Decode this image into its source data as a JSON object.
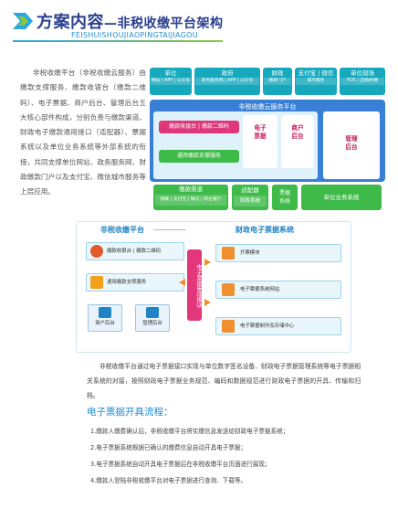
{
  "header": {
    "title": "方案内容",
    "subtitle": "—非税收缴平台架构",
    "pinyin": "FEISHUISHOUJIAOPINGTAIJIAGOU"
  },
  "intro": "非税收缴平台（非税收缴云服务）由缴款支撑服务、缴款收银台（缴款二维码）、电子票据、商户后台、管理后台五大核心部件构成，分别负责与缴款渠道、财政电子缴款通用接口（适配器）、票据系统以及单位业务系统等外部系统的衔接，共同支撑单位网站、政务服务网、财政缴款门户以及支付宝、微信城市服务等上层应用。",
  "arch": {
    "top": [
      {
        "name": "单位",
        "sub": "网站 | APP | 公众号"
      },
      {
        "name": "政府",
        "sub": "政务服务网 | APP | 公众号"
      },
      {
        "name": "财政",
        "sub": "缴款门户"
      },
      {
        "name": "支付宝 | 微信",
        "sub": "城市服务"
      },
      {
        "name": "单位现场",
        "sub": "POS | 自助终端"
      }
    ],
    "cloud_title": "非税收缴云服务平台",
    "cashier": "缴款收银台 | 缴款二维码",
    "support": "通用缴款支撑服务",
    "e_ticket": "电子\n票据",
    "merchant": "商户\n后台",
    "admin": "管理\n后台",
    "channel_title": "缴款渠道",
    "channels": "银联 | 支付宝 | 微信 | 商业银行",
    "adapter_title": "适配器",
    "adapter_sub": "财政系统",
    "ticket_sys": "票据\n系统",
    "biz_sys": "单位业务系统"
  },
  "d2": {
    "left_title": "非税收缴平台",
    "right_title": "财政电子票据系统",
    "cashier": "缴款收银台 | 缴款二维码",
    "support": "通用缴款支撑服务",
    "merchant": "商户后台",
    "admin": "管理后台",
    "middle": "电子票据管理模块",
    "issue": "开票模块",
    "website": "电子票据系统网站",
    "make": "电子票据制作及存储中心"
  },
  "para2": "非税收缴平台通过电子票据接口实现与单位数字签名设备、财政电子票据管理系统等电子票据相关系统的对接，按照财政电子票据业务规范、编码和数据规范进行财政电子票据的开具、传输和归档。",
  "flow": {
    "title": "电子票据开具流程：",
    "steps": [
      "1.缴款人缴费确认后，非税收缴平台将实缴信息发送给财政电子票据系统；",
      "2.电子票据系统根据已确认的缴费信息自动开具电子票据；",
      "3.电子票据系统自动开具电子票据后在非税收缴平台页面进行展现；",
      "4.缴款人登陆非税收缴平台对电子票据进行查询、下载等。"
    ]
  }
}
